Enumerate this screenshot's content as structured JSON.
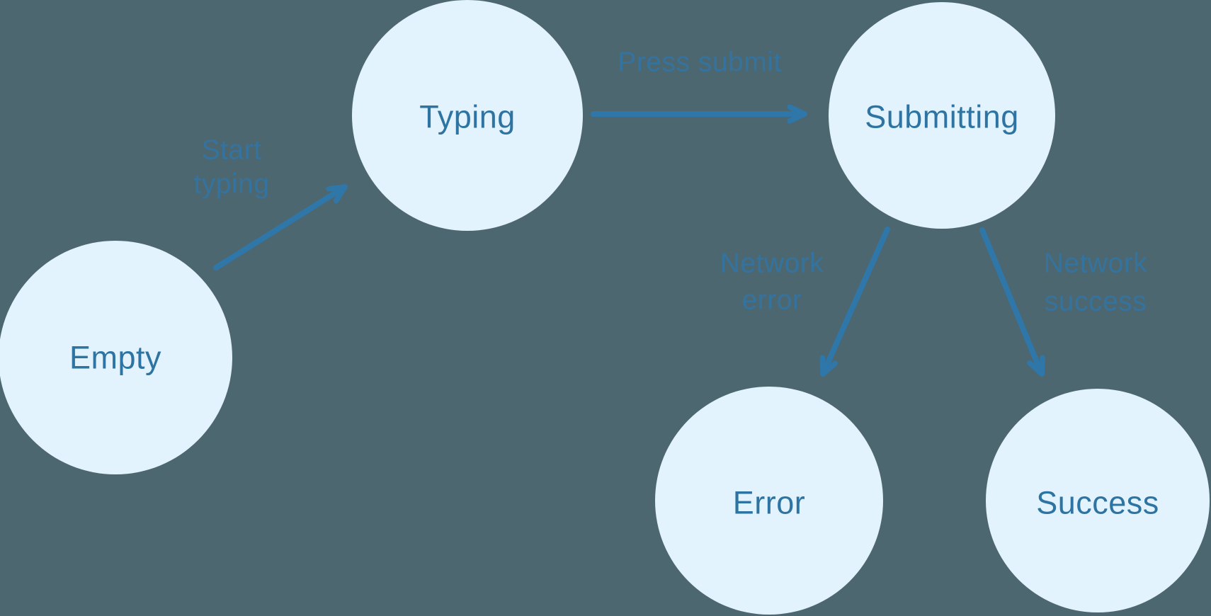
{
  "diagram": {
    "title": "form-submission-state-machine",
    "colors": {
      "background": "#4d6770",
      "node_fill": "#e2f3fd",
      "node_text": "#2e74a3",
      "arrow": "#2f76a9",
      "edge_label": "#2f76a9"
    },
    "nodes": [
      {
        "id": "empty",
        "label": "Empty"
      },
      {
        "id": "typing",
        "label": "Typing"
      },
      {
        "id": "submitting",
        "label": "Submitting"
      },
      {
        "id": "error",
        "label": "Error"
      },
      {
        "id": "success",
        "label": "Success"
      }
    ],
    "edges": [
      {
        "from": "empty",
        "to": "typing",
        "label_line1": "Start",
        "label_line2": "typing"
      },
      {
        "from": "typing",
        "to": "submitting",
        "label_line1": "Press submit",
        "label_line2": ""
      },
      {
        "from": "submitting",
        "to": "error",
        "label_line1": "Network",
        "label_line2": "error"
      },
      {
        "from": "submitting",
        "to": "success",
        "label_line1": "Network",
        "label_line2": "success"
      }
    ]
  }
}
